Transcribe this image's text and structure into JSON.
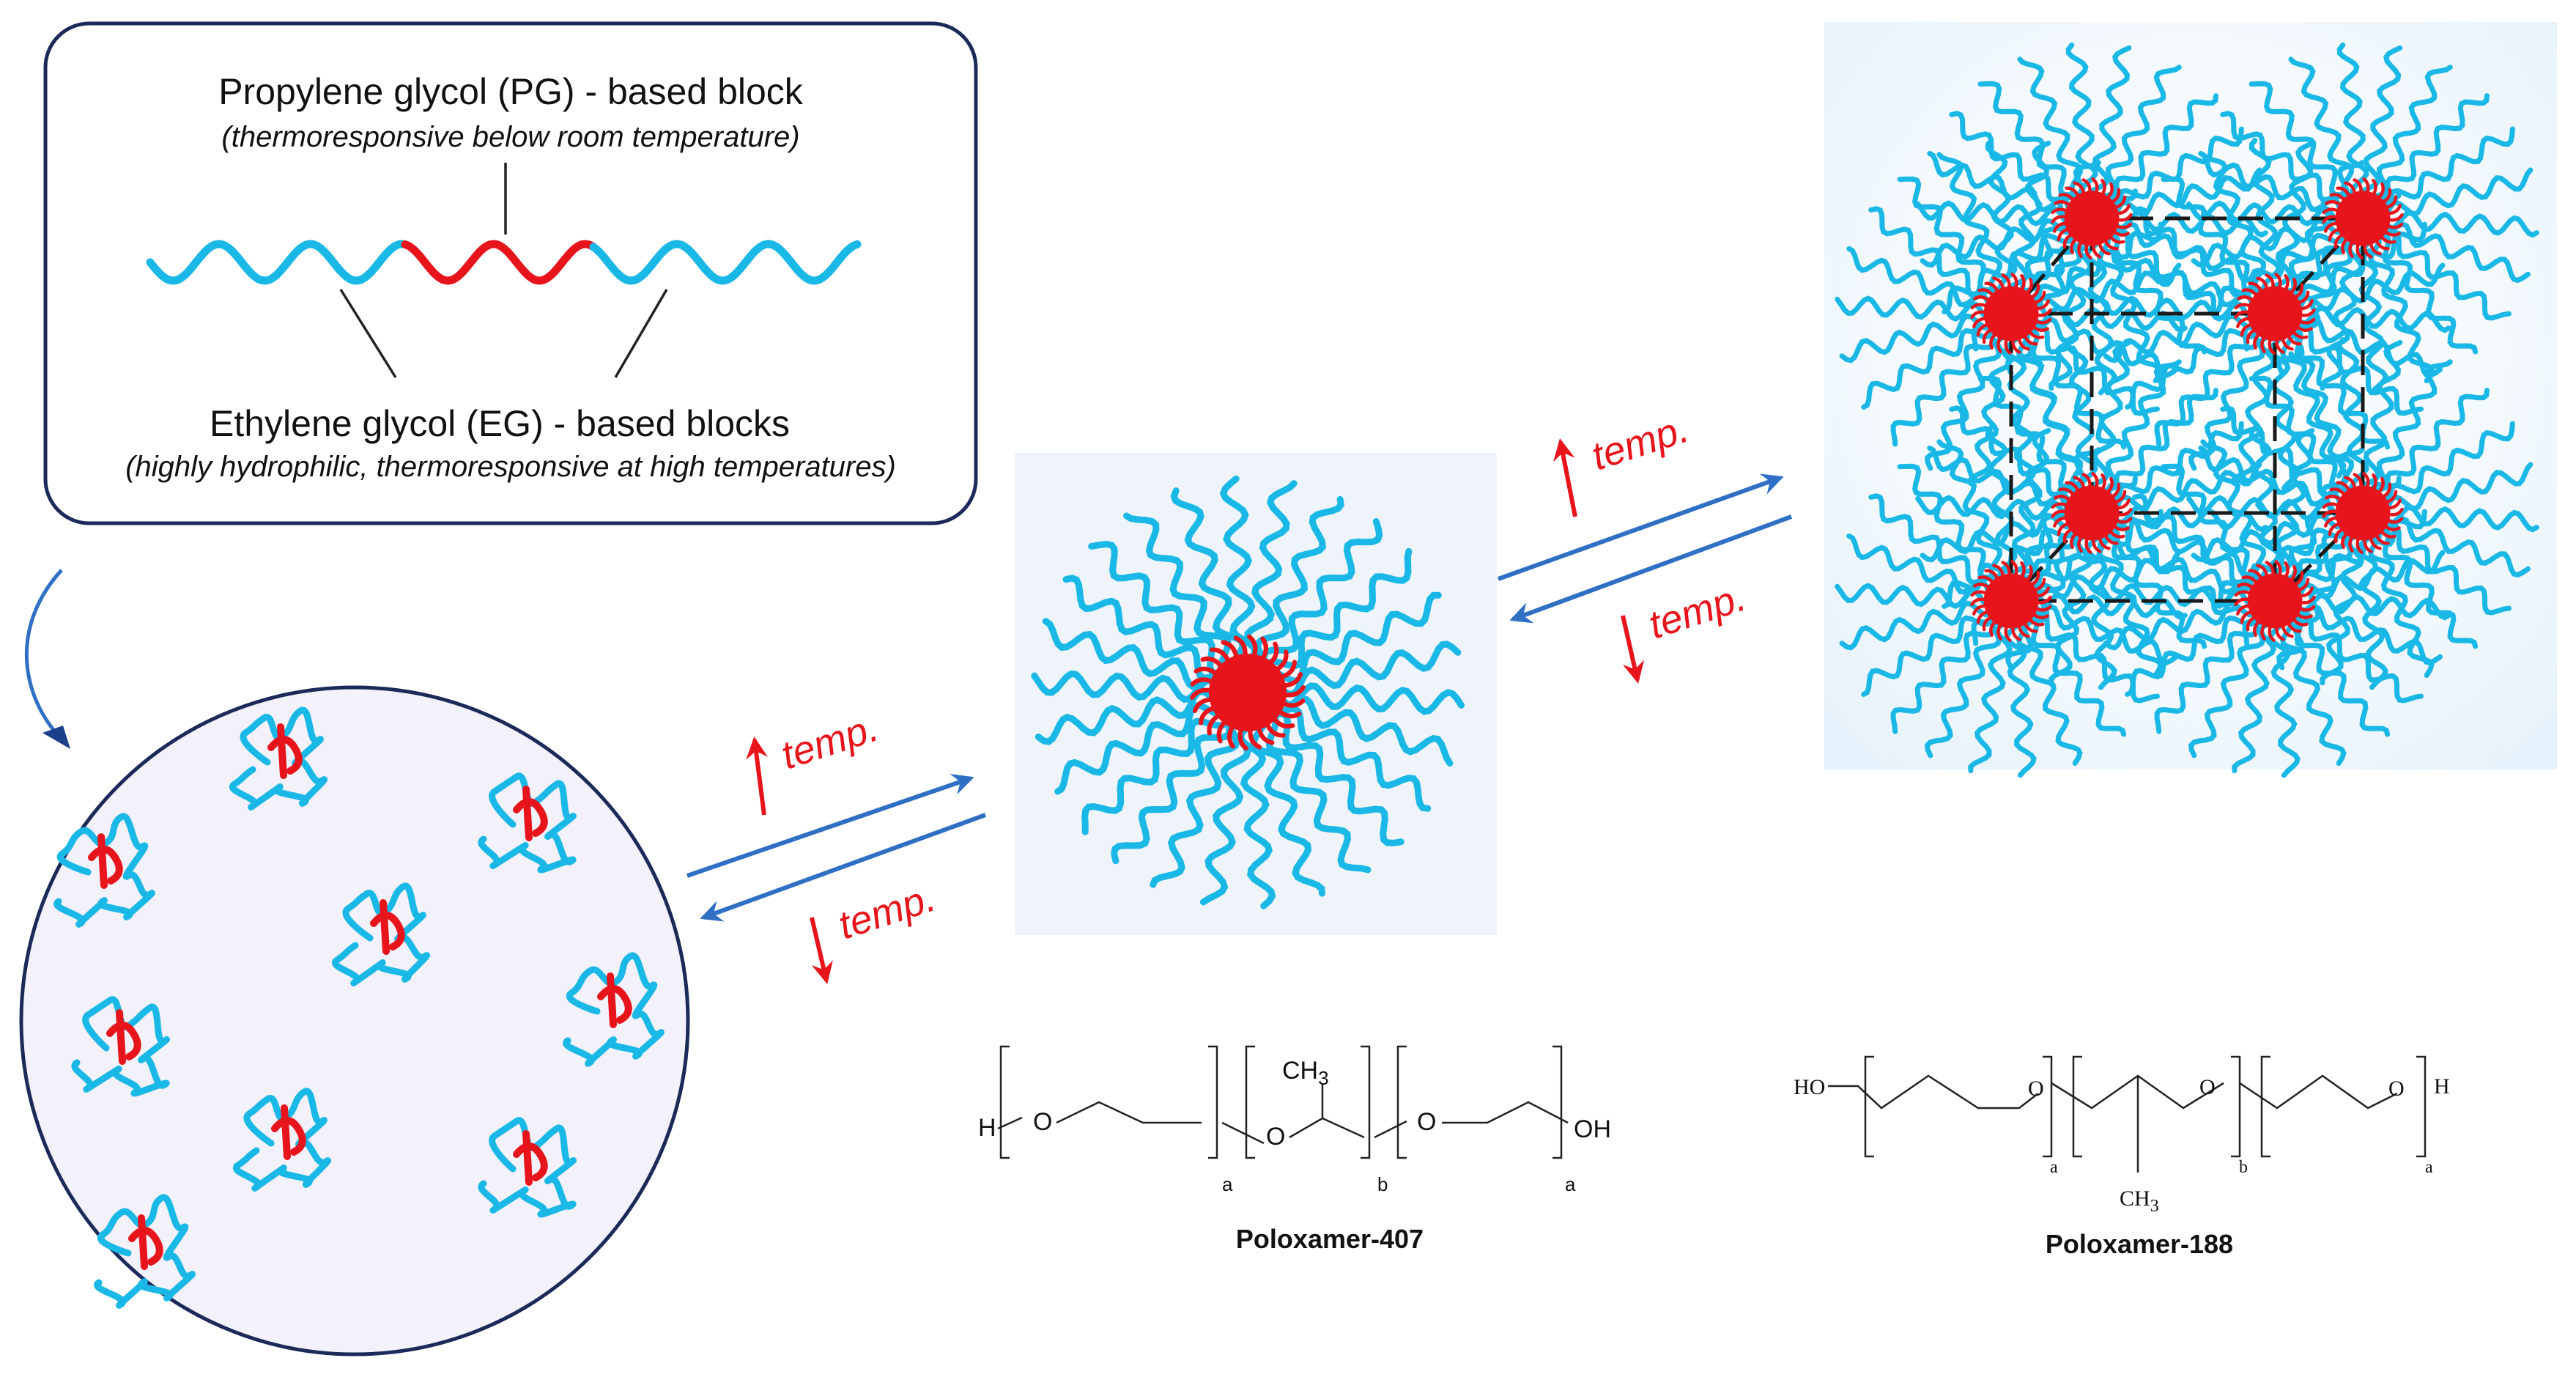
{
  "legend": {
    "pg_title": "Propylene glycol (PG) - based block",
    "pg_note": "(thermoresponsive below room temperature)",
    "eg_title": "Ethylene glycol (EG) - based blocks",
    "eg_note": "(highly hydrophilic, thermoresponsive at high temperatures)"
  },
  "arrows": {
    "up_1": "temp.",
    "down_1": "temp.",
    "up_2": "temp.",
    "down_2": "temp."
  },
  "poloxamer_407": {
    "name": "Poloxamer-407",
    "h": "H",
    "o1": "O",
    "o2": "O",
    "o3": "O",
    "ch3": "CH",
    "ch3_sub": "3",
    "oh": "OH",
    "sub_a1": "a",
    "sub_b": "b",
    "sub_a2": "a"
  },
  "poloxamer_188": {
    "name": "Poloxamer-188",
    "ho": "HO",
    "o1": "O",
    "o2": "O",
    "o3": "O",
    "h": "H",
    "ch3": "CH",
    "ch3_sub": "3",
    "sub_a1": "a",
    "sub_b": "b",
    "sub_a2": "a"
  },
  "colors": {
    "peg_chain": "#1AB8E6",
    "ppg_core": "#E8141B",
    "arrow_blue": "#2F6FC4",
    "arrow_red": "#E8141B",
    "frame_navy": "#1C2A5A",
    "unimer_bg": "#F3F1FA",
    "micelle_bg": "#EEF4FA"
  }
}
